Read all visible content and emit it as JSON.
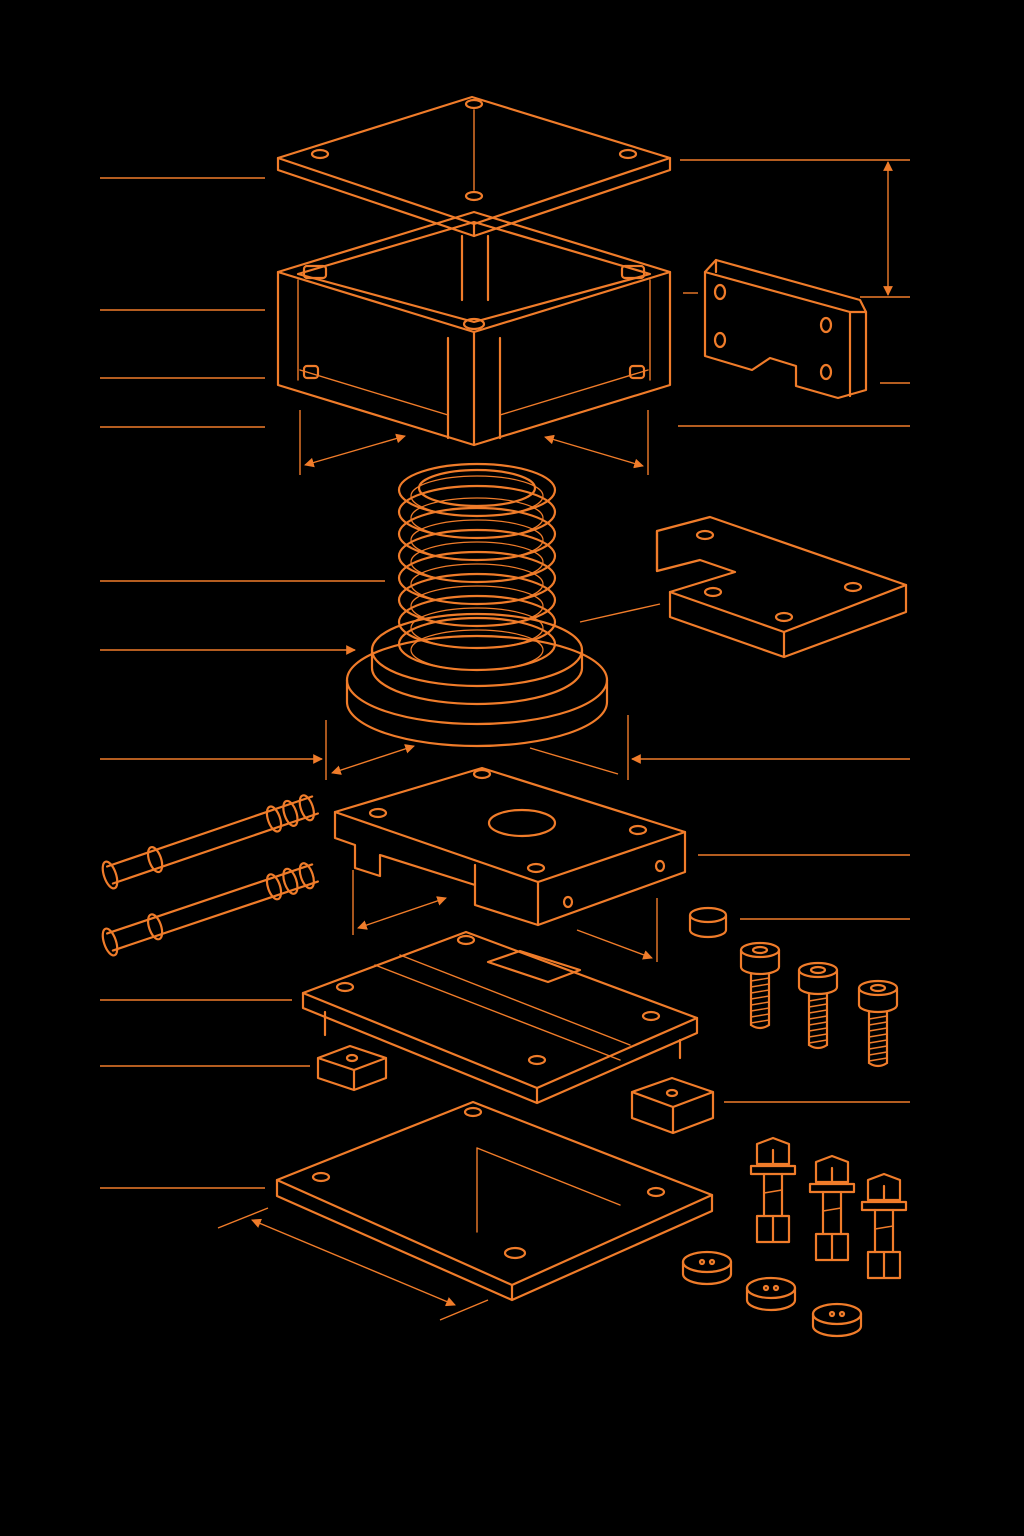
{
  "diagram": {
    "style": "exploded isometric line drawing",
    "background_color": "#000000",
    "line_color": "#f07c2a",
    "parts": [
      "top-plate",
      "center-post",
      "housing-box",
      "side-bracket",
      "coil-spring",
      "spring-base-flange",
      "l-shaped-plate",
      "mounting-plate-with-hole",
      "guide-pins",
      "slotted-plate",
      "spacer-blocks",
      "base-plate",
      "cap-screws",
      "hex-bolts",
      "nuts"
    ]
  }
}
